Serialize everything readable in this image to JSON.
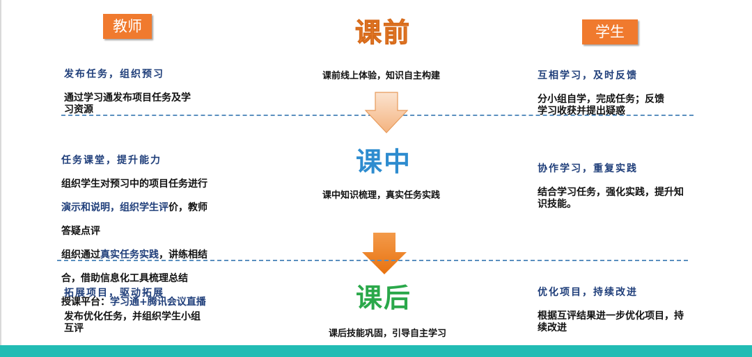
{
  "colors": {
    "badge_orange": "#f07a2e",
    "pre_orange": "#f28a3a",
    "mid_blue": "#2e8ccf",
    "post_green": "#2aa84a",
    "heading_blue": "#1f3e7a",
    "dash_blue": "#5a8fbf",
    "bottom_bar": "#22bcb4",
    "arrow_light": "#f6c59e",
    "arrow_dark": "#ee7b1a"
  },
  "badges": {
    "teacher": "教师",
    "student": "学生"
  },
  "phases": {
    "pre": {
      "title": "课前",
      "caption": "课前线上体验，知识自主构建",
      "teacher_heading": "发布任务，组织预习",
      "teacher_body": "通过学习通发布项目任务及学\n习资源",
      "student_heading": "互相学习，及时反馈",
      "student_body": "分小组自学，完成任务；反馈\n学习收获并提出疑惑"
    },
    "mid": {
      "title": "课中",
      "caption": "课中知识梳理，真实任务实践",
      "teacher_heading": "任务课堂，提升能力",
      "teacher_line1": "组织学生对预习中的项目任务进行",
      "teacher_line2_blue": "演示和说明，组织学生评",
      "teacher_line2_rest": "价，教师",
      "teacher_line3": "答疑点评",
      "teacher_line4_a": "组织通过",
      "teacher_line4_blue": "真实任务实践",
      "teacher_line4_b": "，讲练相结",
      "teacher_line5": "合，借助信息化工具梳理总结",
      "teacher_line6_a": "授课平台：",
      "teacher_line6_blue": "学习通+腾讯会议直播",
      "student_heading": "协作学习，重复实践",
      "student_body": "结合学习任务，强化实践，提升知\n识技能。"
    },
    "post": {
      "title": "课后",
      "caption": "课后技能巩固，引导自主学习",
      "teacher_heading": "拓展项目，驱动拓展",
      "teacher_body": "发布优化任务，并组织学生小组\n互评",
      "student_heading": "优化项目，持续改进",
      "student_body": "根据互评结果进一步优化项目，持\n续改进"
    }
  }
}
